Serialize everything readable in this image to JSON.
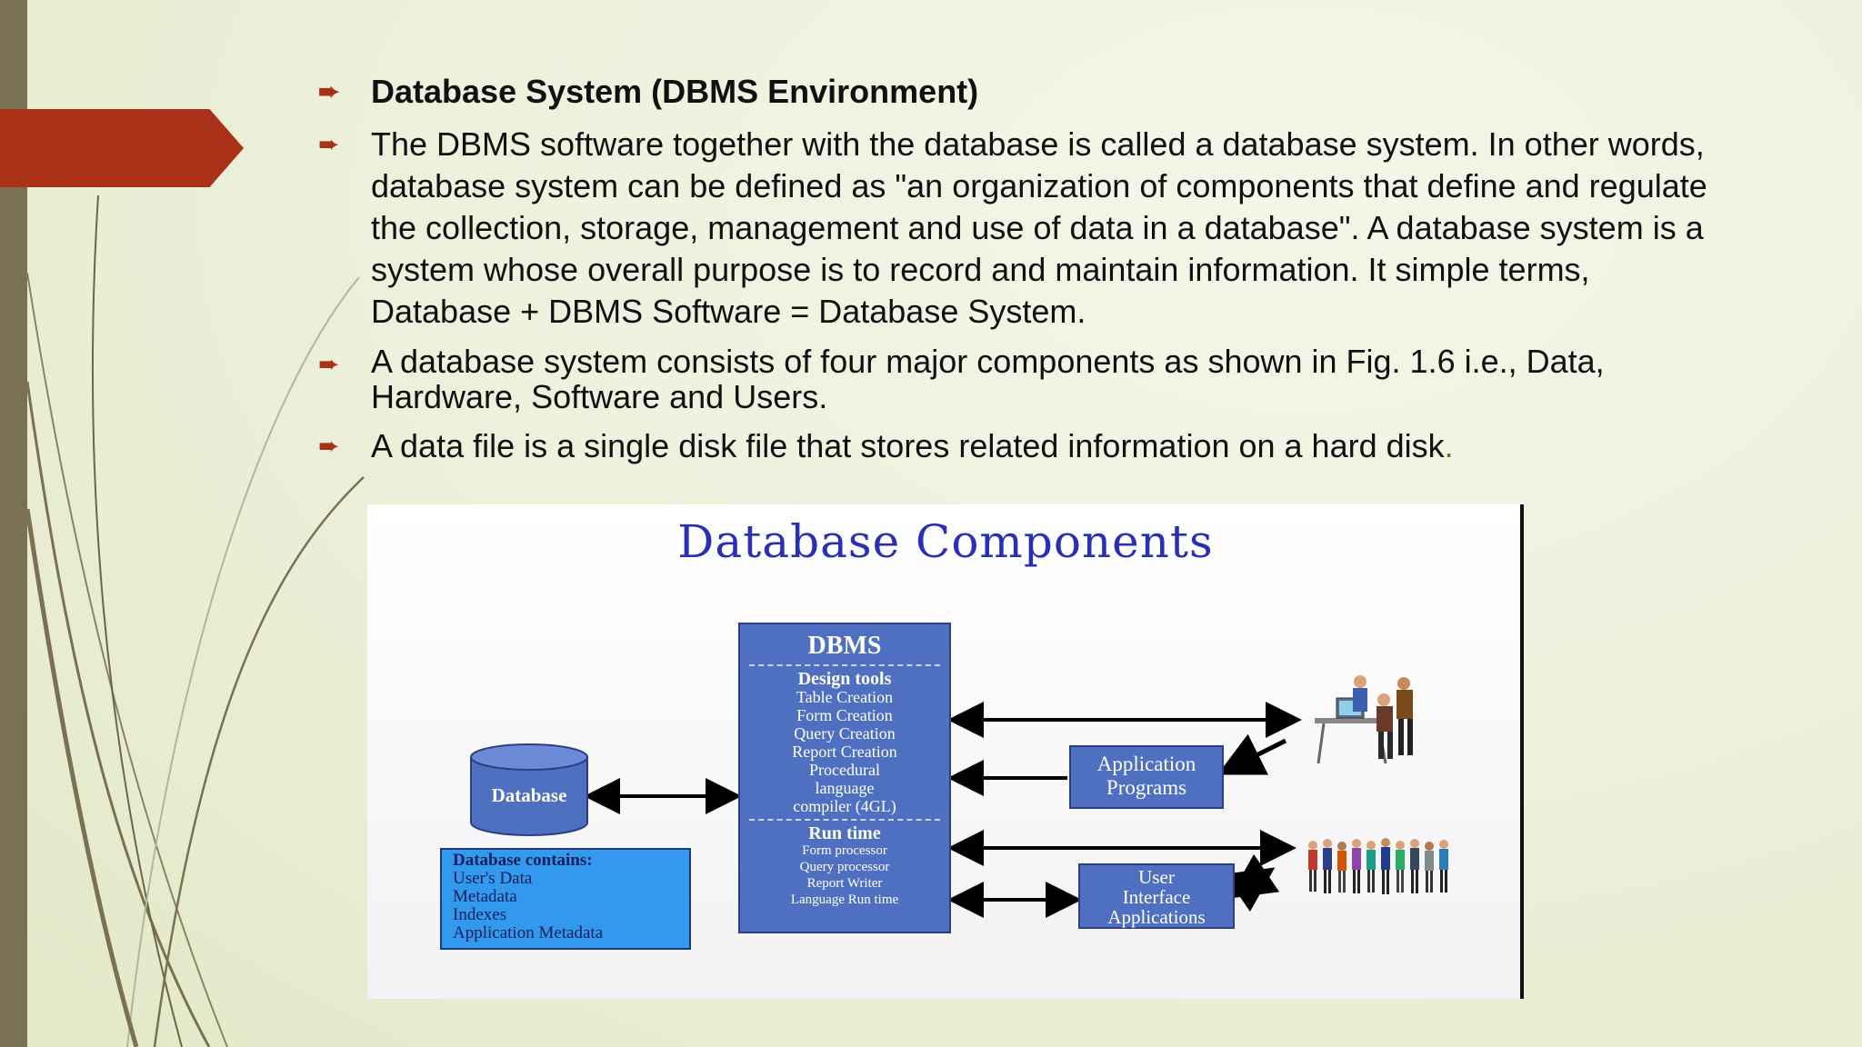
{
  "bullets": [
    {
      "text": "Database System (DBMS Environment)",
      "bold": true
    },
    {
      "text": "The DBMS software together with the database is called a database system. In other words, database system can be defined as \"an organization of components that define and regulate the collection, storage, management and use of data in a database\". A database system is a system whose overall purpose is to record and maintain information. It simple terms, Database + DBMS Software = Database System."
    },
    {
      "text": "A database system consists of four major components as shown in Fig. 1.6 i.e., Data, Hardware, Software and Users."
    },
    {
      "text": "A data file is a single disk file that stores related information on a hard disk",
      "trail": "."
    }
  ],
  "diagram": {
    "title": "Database Components",
    "dbms": {
      "heading": "DBMS",
      "design_tools": "Design tools",
      "design_items": [
        "Table Creation",
        "Form Creation",
        "Query Creation",
        "Report Creation",
        "Procedural",
        "language",
        "compiler (4GL)"
      ],
      "run_time": "Run time",
      "run_items": [
        "Form processor",
        "Query processor",
        "Report Writer",
        "Language Run time"
      ]
    },
    "database_label": "Database",
    "contains": {
      "heading": "Database contains:",
      "items": [
        "User's Data",
        "Metadata",
        "Indexes",
        "Application Metadata"
      ]
    },
    "app_programs": [
      "Application",
      "Programs"
    ],
    "ui_apps": [
      "User",
      "Interface",
      "Applications"
    ]
  },
  "colors": {
    "accent_red": "#a83118",
    "title_blue": "#2a2fb8",
    "box_blue": "#4f6fc0",
    "contains_blue": "#3399ee",
    "sidebar": "#7a7152"
  },
  "icons": {
    "bullet": "right-arrow-bullet-icon",
    "developers": "developers-at-computer-icon",
    "users": "user-group-icon"
  }
}
